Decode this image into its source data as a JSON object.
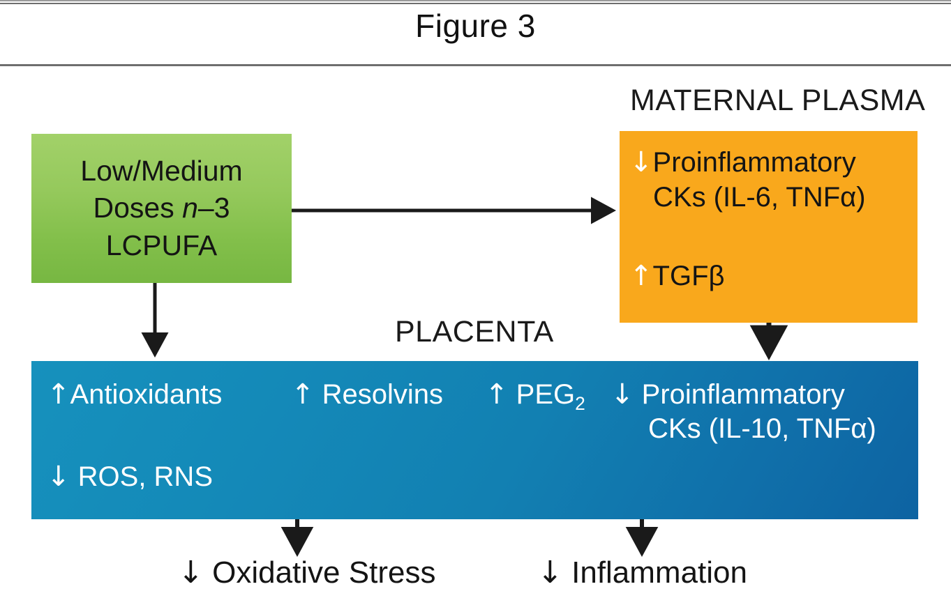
{
  "figure": {
    "title": "Figure 3",
    "domain": "scientific-diagram"
  },
  "colors": {
    "green_box_top": "#a2d169",
    "green_box_bottom": "#77b742",
    "orange_box": "#f9a81c",
    "blue_box_left": "#1691bd",
    "blue_box_right": "#0d63a2",
    "text_dark": "#141414",
    "text_light": "#ffffff",
    "arrow_stroke": "#1a1a1a",
    "rule": "#6e6e6e"
  },
  "captions": {
    "maternal_plasma": "MATERNAL PLASMA",
    "placenta": "PLACENTA"
  },
  "boxes": {
    "lcpufa": {
      "name": "Low/Medium Doses n-3 LCPUFA",
      "line1": "Low/Medium",
      "line2_pre": "Doses ",
      "line2_italic": "n",
      "line2_post": "–3",
      "line3": "LCPUFA"
    },
    "maternal_plasma": {
      "items": [
        {
          "direction": "down",
          "arrow": "↓",
          "line1": "Proinflammatory",
          "line2": "CKs (IL-6, TNFα)"
        },
        {
          "direction": "up",
          "arrow": "↑",
          "line1": "TGFβ",
          "line2": ""
        }
      ]
    },
    "placenta": {
      "items": [
        {
          "direction": "up",
          "arrow": "↑",
          "label": "Antioxidants"
        },
        {
          "direction": "up",
          "arrow": "↑",
          "label": "Resolvins"
        },
        {
          "direction": "up",
          "arrow": "↑",
          "label_base": "PEG",
          "label_sub": "2"
        },
        {
          "direction": "down",
          "arrow": "↓",
          "line1": "Proinflammatory",
          "line2": "CKs (IL-10, TNFα)"
        },
        {
          "direction": "down",
          "arrow": "↓",
          "label": "ROS, RNS"
        }
      ]
    }
  },
  "outcomes": [
    {
      "arrow": "↓",
      "label": "Oxidative Stress"
    },
    {
      "arrow": "↓",
      "label": "Inflammation"
    }
  ],
  "connectors": [
    {
      "from": "lcpufa",
      "to": "maternal_plasma",
      "orientation": "horizontal"
    },
    {
      "from": "lcpufa",
      "to": "placenta",
      "orientation": "vertical"
    },
    {
      "from": "maternal_plasma",
      "to": "placenta",
      "orientation": "vertical"
    },
    {
      "from": "placenta",
      "to": "oxidative_stress",
      "orientation": "vertical"
    },
    {
      "from": "placenta",
      "to": "inflammation",
      "orientation": "vertical"
    }
  ]
}
